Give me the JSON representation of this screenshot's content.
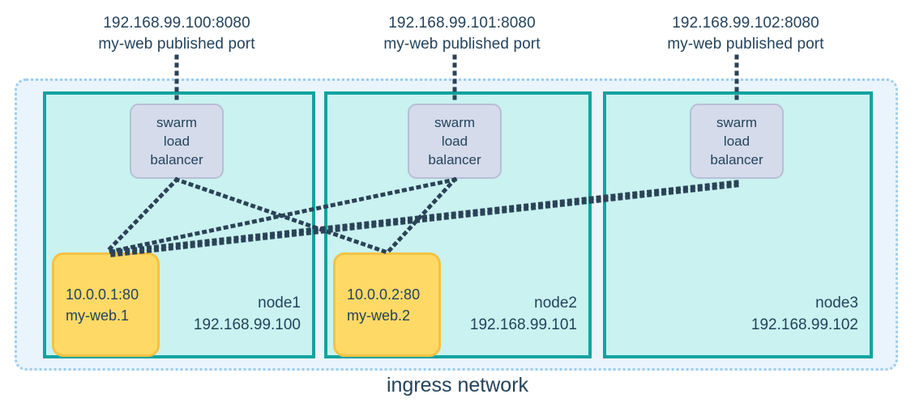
{
  "diagram": {
    "title": "ingress network",
    "network_label": "ingress network",
    "colors": {
      "ingress_fill": "#eaf4fc",
      "ingress_border": "#9ccdf0",
      "node_fill": "#c9f2f0",
      "node_border": "#13a3a0",
      "load_balancer_fill": "#d5dbeb",
      "load_balancer_border": "#b7bfd6",
      "task_fill": "#ffd966",
      "task_border": "#f5c243",
      "text": "#24435c",
      "connector": "#2b4257"
    }
  },
  "published_ports": [
    {
      "address": "192.168.99.100:8080",
      "description": "my-web published port"
    },
    {
      "address": "192.168.99.101:8080",
      "description": "my-web published port"
    },
    {
      "address": "192.168.99.102:8080",
      "description": "my-web published port"
    }
  ],
  "load_balancers": [
    {
      "line1": "swarm",
      "line2": "load",
      "line3": "balancer"
    },
    {
      "line1": "swarm",
      "line2": "load",
      "line3": "balancer"
    },
    {
      "line1": "swarm",
      "line2": "load",
      "line3": "balancer"
    }
  ],
  "nodes": [
    {
      "name": "node1",
      "ip": "192.168.99.100"
    },
    {
      "name": "node2",
      "ip": "192.168.99.101"
    },
    {
      "name": "node3",
      "ip": "192.168.99.102"
    }
  ],
  "tasks": [
    {
      "address": "10.0.0.1:80",
      "name": "my-web.1"
    },
    {
      "address": "10.0.0.2:80",
      "name": "my-web.2"
    }
  ]
}
